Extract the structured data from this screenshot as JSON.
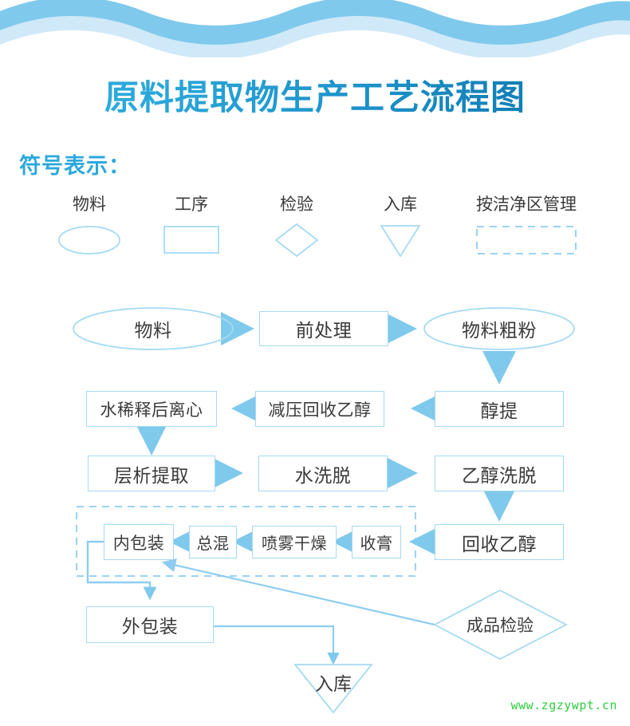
{
  "page": {
    "title": "原料提取物生产工艺流程图",
    "legend_heading": "符号表示：",
    "watermark": "www.zgzywpt.cn",
    "background": "#ffffff"
  },
  "colors": {
    "wave_dark": "#7fc9ec",
    "wave_light": "#cfe9f8",
    "title_gradient_start": "#35b3e4",
    "title_gradient_end": "#0c72a8",
    "shape_stroke": "#a5daf3",
    "arrow_fill": "#7fc9ec",
    "line_stroke": "#a5daf3",
    "text": "#3a3a3a",
    "legend_heading": "#2ca8dd",
    "watermark": "#2ecc40"
  },
  "legend": {
    "items": [
      {
        "label": "物料",
        "shape": "ellipse",
        "icon": "ellipse-icon"
      },
      {
        "label": "工序",
        "shape": "rect",
        "icon": "rectangle-icon"
      },
      {
        "label": "检验",
        "shape": "diamond",
        "icon": "diamond-icon"
      },
      {
        "label": "入库",
        "shape": "triangle",
        "icon": "triangle-down-icon"
      },
      {
        "label": "按洁净区管理",
        "shape": "dashed-rect",
        "icon": "dashed-rectangle-icon"
      }
    ]
  },
  "flow": {
    "clean_zone_note": "按洁净区管理",
    "nodes": [
      {
        "id": "wuliao",
        "label": "物料",
        "shape": "ellipse"
      },
      {
        "id": "qianchuli",
        "label": "前处理",
        "shape": "rect"
      },
      {
        "id": "wuliaocufen",
        "label": "物料粗粉",
        "shape": "ellipse"
      },
      {
        "id": "chunti",
        "label": "醇提",
        "shape": "rect"
      },
      {
        "id": "jianyahuishou",
        "label": "减压回收乙醇",
        "shape": "rect"
      },
      {
        "id": "shuixishi",
        "label": "水稀释后离心",
        "shape": "rect"
      },
      {
        "id": "cengxi",
        "label": "层析提取",
        "shape": "rect"
      },
      {
        "id": "shuixituo",
        "label": "水洗脱",
        "shape": "rect"
      },
      {
        "id": "yichunxituo",
        "label": "乙醇洗脱",
        "shape": "rect"
      },
      {
        "id": "huishouyichun",
        "label": "回收乙醇",
        "shape": "rect"
      },
      {
        "id": "shougao",
        "label": "收膏",
        "shape": "rect"
      },
      {
        "id": "penwu",
        "label": "喷雾干燥",
        "shape": "rect"
      },
      {
        "id": "zonghun",
        "label": "总混",
        "shape": "rect"
      },
      {
        "id": "neibaozhuang",
        "label": "内包装",
        "shape": "rect"
      },
      {
        "id": "waibaozhuang",
        "label": "外包装",
        "shape": "rect"
      },
      {
        "id": "chengpinjianyan",
        "label": "成品检验",
        "shape": "diamond"
      },
      {
        "id": "ruku",
        "label": "入库",
        "shape": "triangle"
      }
    ],
    "edges": [
      {
        "from": "wuliao",
        "to": "qianchuli",
        "dir": "right"
      },
      {
        "from": "qianchuli",
        "to": "wuliaocufen",
        "dir": "right"
      },
      {
        "from": "wuliaocufen",
        "to": "chunti",
        "dir": "down"
      },
      {
        "from": "chunti",
        "to": "jianyahuishou",
        "dir": "left"
      },
      {
        "from": "jianyahuishou",
        "to": "shuixishi",
        "dir": "left"
      },
      {
        "from": "shuixishi",
        "to": "cengxi",
        "dir": "down"
      },
      {
        "from": "cengxi",
        "to": "shuixituo",
        "dir": "right"
      },
      {
        "from": "shuixituo",
        "to": "yichunxituo",
        "dir": "right"
      },
      {
        "from": "yichunxituo",
        "to": "huishouyichun",
        "dir": "down"
      },
      {
        "from": "huishouyichun",
        "to": "shougao",
        "dir": "left"
      },
      {
        "from": "shougao",
        "to": "penwu",
        "dir": "left"
      },
      {
        "from": "penwu",
        "to": "zonghun",
        "dir": "left"
      },
      {
        "from": "zonghun",
        "to": "neibaozhuang",
        "dir": "left"
      },
      {
        "from": "neibaozhuang",
        "to": "waibaozhuang",
        "dir": "elbow-left-down"
      },
      {
        "from": "waibaozhuang",
        "to": "ruku",
        "dir": "elbow-right-down"
      },
      {
        "from": "chengpinjianyan",
        "to": "neibaozhuang",
        "dir": "diagonal-up-left"
      }
    ]
  }
}
